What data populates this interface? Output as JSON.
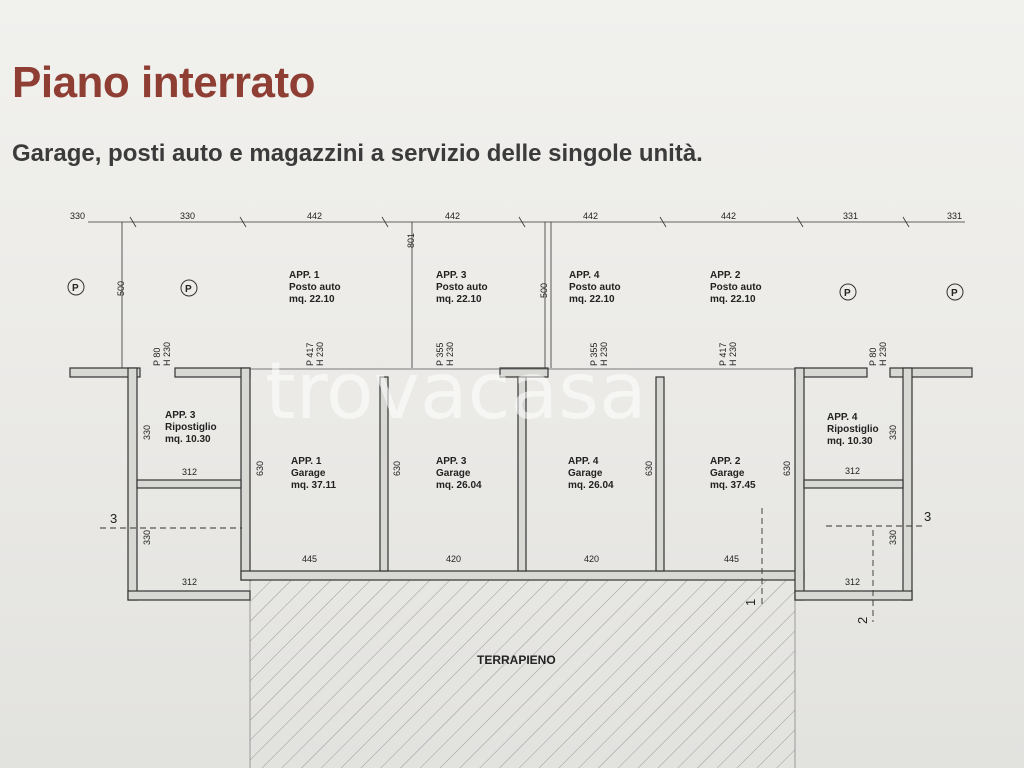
{
  "header": {
    "title": "Piano interrato",
    "subtitle": "Garage, posti auto e magazzini a servizio delle singole unità."
  },
  "watermark": "trovacasa",
  "top_dimensions": [
    "330",
    "330",
    "442",
    "442",
    "442",
    "442",
    "331",
    "331"
  ],
  "parking_symbol": "P",
  "parking_spaces": [
    {
      "app": "APP. 1",
      "label": "Posto auto",
      "area": "mq. 22.10"
    },
    {
      "app": "APP. 3",
      "label": "Posto auto",
      "area": "mq. 22.10"
    },
    {
      "app": "APP. 4",
      "label": "Posto auto",
      "area": "mq. 22.10"
    },
    {
      "app": "APP. 2",
      "label": "Posto auto",
      "area": "mq. 22.10"
    }
  ],
  "vertical_dims": {
    "left": "500",
    "mid_a": "801",
    "mid_b": "500"
  },
  "door_labels": {
    "small_p": "P 80",
    "small_h": "H 230",
    "garage_a_p": "P 417",
    "garage_a_h": "H 230",
    "garage_b_p": "P 355",
    "garage_b_h": "H 230",
    "garage_c_p": "P 355",
    "garage_c_h": "H 230",
    "garage_d_p": "P 417",
    "garage_d_h": "H 230"
  },
  "storage_rooms": [
    {
      "app": "APP. 3",
      "label": "Ripostiglio",
      "area": "mq. 10.30"
    },
    {
      "app": "APP. 4",
      "label": "Ripostiglio",
      "area": "mq. 10.30"
    }
  ],
  "garages": [
    {
      "app": "APP. 1",
      "label": "Garage",
      "area": "mq. 37.11"
    },
    {
      "app": "APP. 3",
      "label": "Garage",
      "area": "mq. 26.04"
    },
    {
      "app": "APP. 4",
      "label": "Garage",
      "area": "mq. 26.04"
    },
    {
      "app": "APP. 2",
      "label": "Garage",
      "area": "mq. 37.45"
    }
  ],
  "room_dims": {
    "d330": "330",
    "d312": "312",
    "d630": "630",
    "d445": "445",
    "d420": "420"
  },
  "section_marks": {
    "s3": "3",
    "s1": "1",
    "s2": "2"
  },
  "terrapieno": "TERRAPIENO"
}
